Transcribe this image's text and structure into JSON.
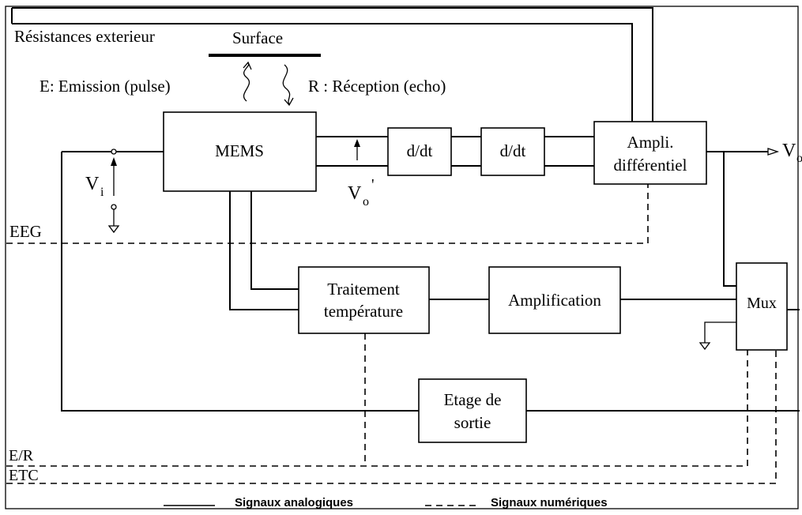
{
  "labels": {
    "resistances": "Résistances exterieur",
    "surface": "Surface",
    "emission": "E: Emission (pulse)",
    "reception": "R : Réception (echo)",
    "eeg": "EEG",
    "er": "E/R",
    "etc": "ETC"
  },
  "blocks": {
    "mems": "MEMS",
    "ddt1": "d/dt",
    "ddt2": "d/dt",
    "ampli_line1": "Ampli.",
    "ampli_line2": "différentiel",
    "traitement_line1": "Traitement",
    "traitement_line2": "température",
    "amplification": "Amplification",
    "mux": "Mux",
    "etage_line1": "Etage de",
    "etage_line2": "sortie"
  },
  "signals": {
    "vi_main": "V",
    "vi_sub": "i",
    "vo_prime_main": "V",
    "vo_prime_sub": "o",
    "vo_prime_mark": "'",
    "vo_main": "V",
    "vo_sub": "o"
  },
  "legend": {
    "analog": "Signaux analogiques",
    "digital": "Signaux numériques"
  }
}
